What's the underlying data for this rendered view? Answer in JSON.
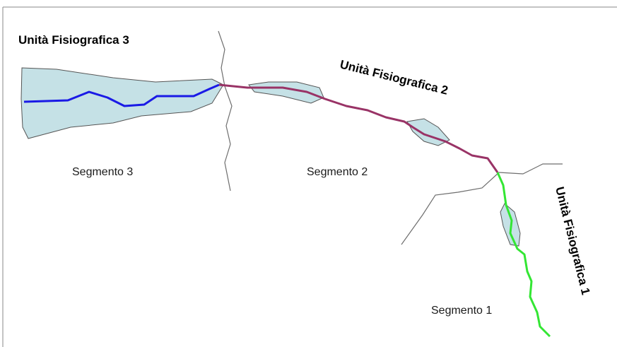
{
  "labels": {
    "unit3": "Unità Fisiografica 3",
    "unit2": "Unità Fisiografica 2",
    "unit1": "Unità Fisiografica 1",
    "seg3": "Segmento 3",
    "seg2": "Segmento 2",
    "seg1": "Segmento 1"
  },
  "colors": {
    "segment3_line": "#1a1ae6",
    "segment2_line": "#993366",
    "segment1_line": "#33e633",
    "floodplain_fill": "#c5e1e6",
    "boundary_line": "#6e6e6e"
  }
}
